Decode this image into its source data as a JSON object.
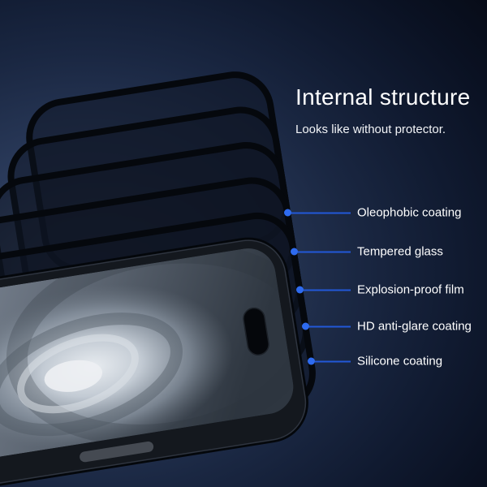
{
  "title": "Internal structure",
  "subtitle": "Looks like without protector.",
  "callouts": [
    {
      "text": "Oleophobic coating"
    },
    {
      "text": "Tempered glass"
    },
    {
      "text": "Explosion-proof film"
    },
    {
      "text": "HD anti-glare coating"
    },
    {
      "text": "Silicone coating"
    }
  ],
  "diagram": {
    "subject": "phone-with-exploded-screen-protector-layers",
    "protector_layers": 5
  },
  "colors": {
    "accent_blue": "#2563eb",
    "text": "#ffffff",
    "background_glow": "#3a4c6e",
    "background_deep": "#070c18"
  }
}
